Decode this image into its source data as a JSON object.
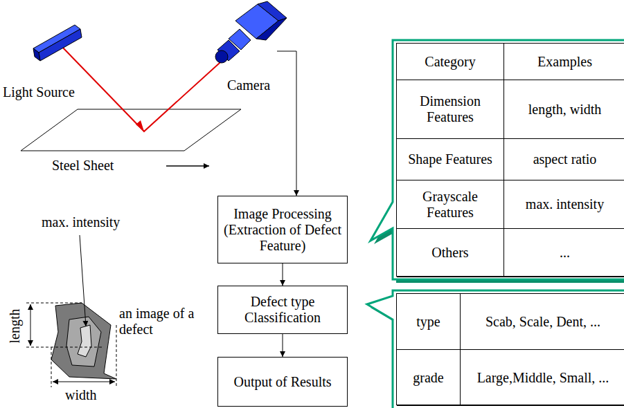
{
  "diagram": {
    "nodes": [
      {
        "text": [
          "Image Processing (Extraction of Defect Feature)"
        ]
      },
      {
        "text": [
          "Defect type Classification"
        ]
      },
      {
        "text": [
          "Output of Results"
        ]
      },
      {
        "text": [
          "Category",
          "Examples",
          "Dimension Features",
          "length, width",
          "Shape Features",
          "aspect ratio",
          "Grayscale Features",
          "max. intensity",
          "Others",
          "..."
        ]
      },
      {
        "text": [
          "type",
          "Scab, Scale, Dent, ...",
          "grade",
          "Large,Middle, Small, ..."
        ]
      }
    ],
    "edges": [
      {
        "from": 0,
        "to": 1,
        "arrow": "to"
      },
      {
        "from": 1,
        "to": 2,
        "arrow": "to"
      }
    ],
    "labels": [
      "Light Source",
      "Camera",
      "Steel Sheet",
      "max. intensity",
      "length",
      "an image of a defect",
      "width"
    ]
  }
}
